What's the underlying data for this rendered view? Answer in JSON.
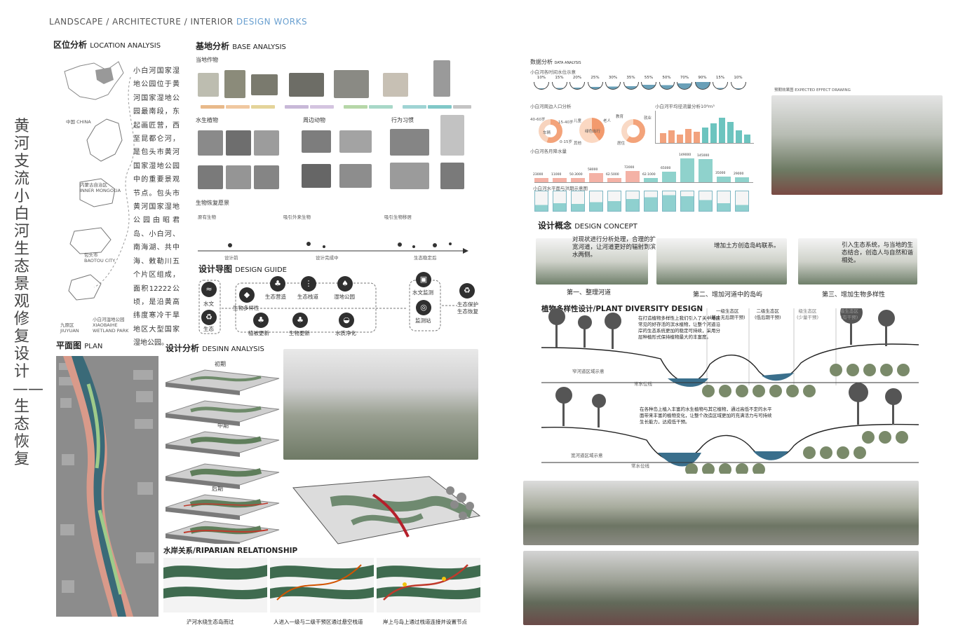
{
  "header": {
    "text": "LANDSCAPE / ARCHITECTURE / INTERIOR",
    "highlight": "DESIGN WORKS"
  },
  "vertical_title": "黄河支流小白河生态景观修复设计——生态恢复",
  "location": {
    "title": "区位分析",
    "title_en": "LOCATION ANALYSIS",
    "description": "小白河国家湿地公园位于黄河国家湿地公园最南段，东起画匠营，西至昆都仑河，是包头市黄河国家湿地公园中的重要景观节点。包头市黄河国家湿地公园由昭君岛、小白河、南海湖、共中海、敕勒川五个片区组成，面积12222公顷，是沿黄高纬度寒冷干旱地区大型国家湿地公园。",
    "map_labels": {
      "china": "中国 CHINA",
      "inner_mongolia": "内蒙古自治区\nINNER MONGOLIA",
      "baotou": "包头市\nBAOTOU CITY",
      "jiuyuan": "九原区\nJIUYUAN",
      "xiaobaihe": "小白河湿地公园\nXIAOBAIHE\nWETLAND PARK"
    }
  },
  "base": {
    "title": "基地分析",
    "title_en": "BASE ANALYSIS",
    "crops_label": "当地作物",
    "aquatic_label": "水生植物",
    "animals_label": "周边动物",
    "habits_label": "行为习惯",
    "restore_label": "生物恢复愿景",
    "restore_cols": [
      "原有生物",
      "吸引外来生物",
      "吸引生物移居"
    ],
    "timeline": [
      "设计前",
      "设计完成中",
      "生态稳定后"
    ]
  },
  "guide": {
    "title": "设计导图",
    "title_en": "DESIGN GUIDE",
    "items": [
      "水文",
      "生态",
      "生物多样性",
      "生态营造",
      "生态栈道",
      "湿地公园",
      "植被更新",
      "生物更新",
      "水质净化",
      "水文监测",
      "监测站",
      "生态保护\n生态恢复"
    ]
  },
  "plan": {
    "title": "平面图",
    "title_en": "PLAN"
  },
  "analysis": {
    "title": "设计分析",
    "title_en": "DESINN ANALYSIS",
    "stages": [
      "初期",
      "中期",
      "后期"
    ]
  },
  "riparian": {
    "title": "水岸关系/RIPARIAN RELATIONSHIP",
    "captions": [
      "浐河水绕生态岛而过",
      "人进入一级与二级干预区通过悬空栈道",
      "岸上与岛上通过栈道连接并设置节点"
    ]
  },
  "data": {
    "title": "数据分析",
    "title_en": "DATA ANALYSIS",
    "row1_label": "小白河各时间水位示意",
    "water_pcts": [
      "10%",
      "15%",
      "20%",
      "25%",
      "30%",
      "35%",
      "55%",
      "50%",
      "70%",
      "90%",
      "15%",
      "10%"
    ],
    "pie_label": "小白河周边人口分析",
    "pie_legend": [
      "40-60岁",
      "15-40岁",
      "儿童",
      "老人",
      "0-15岁",
      "其他"
    ],
    "pie1_labels": [
      "车辆",
      "绿色出行"
    ],
    "pie2_labels": [
      "教育",
      "就业",
      "居住"
    ],
    "bar_label": "小白河平均径流量分析10⁸m³",
    "flow_label": "小白河各月降水量",
    "flow_values": [
      "23000",
      "11000",
      "50.3000",
      "58000",
      "62.5000",
      "72000",
      "62.1000",
      "65000",
      "149000",
      "145000",
      "35000",
      "29000"
    ],
    "level_label": "小白河水平面与洪期示意图"
  },
  "effect": {
    "label": "预期效果图",
    "label_en": "EXPECTED EFFECT DRAWING"
  },
  "concept": {
    "title": "设计概念",
    "title_en": "DESIGN CONCEPT",
    "steps": [
      {
        "text": "对现状进行分析处理，合理的扩宽河道，让河道更好的辐射到滨水两侧。",
        "caption": "第一、整理河道"
      },
      {
        "text": "增加土方创造岛屿联系。",
        "caption": "第二、增加河道中的岛屿"
      },
      {
        "text": "引入生态系统，与当地的生态结合，创造人与自然和谐相处。",
        "caption": "第三、增加生物多样性"
      }
    ]
  },
  "diversity": {
    "title": "植物多样性设计/PLANT DIVERSITY DESIGN",
    "zones": [
      "一级生态区\n(基本无后期干预)",
      "二级生态区\n(低后期干预)",
      "级生态区\n(少量干预)",
      "级生态区\n(有干预)"
    ],
    "text1": "在打造植物多样性上我们引入了关中地区常见的好存活的滨水植物，让整个河道沿岸的生态系统更加的稳定可持续，采用分层种植形式保持植物最大的丰富度。",
    "text2": "在各种岛上植入丰富的水生植物与其它植物，通过高低不定的水平面带来丰富的植物变化，让整个改造区域更加的充满活力与可持续生长能力，达成低干预。",
    "narrow_label": "窄河道区域示意",
    "wide_label": "宽河道区域示意",
    "normal_water": "常水位线"
  }
}
